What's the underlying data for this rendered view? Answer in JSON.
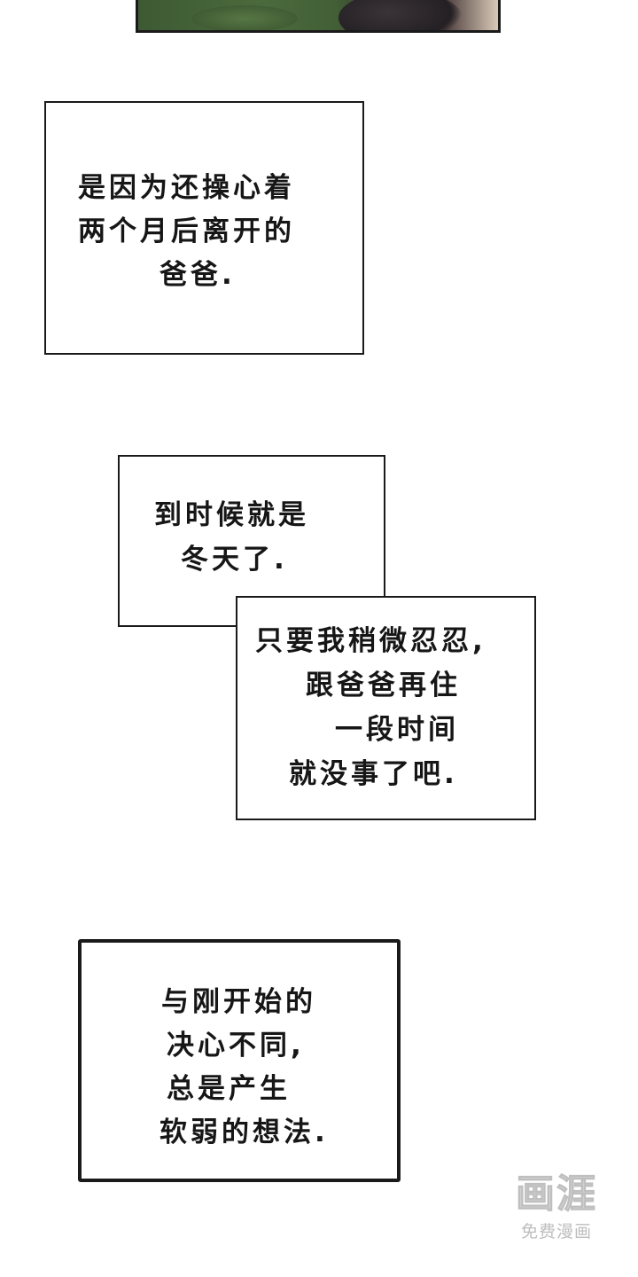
{
  "panels": {
    "caption1": {
      "lines": [
        "是因为还操心着",
        "两个月后离开的",
        "爸爸."
      ]
    },
    "caption2": {
      "lines": [
        "到时候就是",
        "冬天了."
      ]
    },
    "caption3": {
      "lines": [
        "只要我稍微忍忍,",
        "跟爸爸再住",
        "一段时间",
        "就没事了吧."
      ]
    },
    "caption4": {
      "lines": [
        "与刚开始的",
        "决心不同,",
        "总是产生",
        "软弱的想法."
      ]
    }
  },
  "watermark": {
    "logo": "画涯",
    "sub": "免费漫画"
  }
}
